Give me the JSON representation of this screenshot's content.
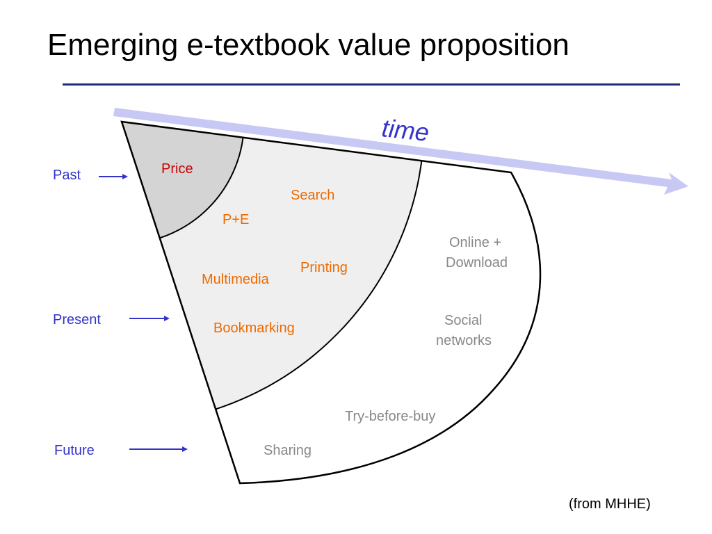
{
  "title": "Emerging e-textbook value proposition",
  "time_label": "time",
  "eras": {
    "past": "Past",
    "present": "Present",
    "future": "Future"
  },
  "past_items": [
    "Price"
  ],
  "present_items": [
    "Search",
    "P+E",
    "Printing",
    "Multimedia",
    "Bookmarking"
  ],
  "future_items": {
    "online_line1": "Online +",
    "online_line2": "Download",
    "social_line1": "Social",
    "social_line2": "networks",
    "try": "Try-before-buy",
    "sharing": "Sharing"
  },
  "source": "(from MHHE)",
  "colors": {
    "past_fill": "#d4d4d4",
    "present_fill": "#efefef",
    "future_fill": "#ffffff",
    "arrow_band": "#c8c8f4",
    "era_label": "#3333cc",
    "past_item": "#cc0000",
    "present_item": "#ee6a00",
    "future_item": "#888888",
    "title_rule": "#1f2d7a"
  }
}
